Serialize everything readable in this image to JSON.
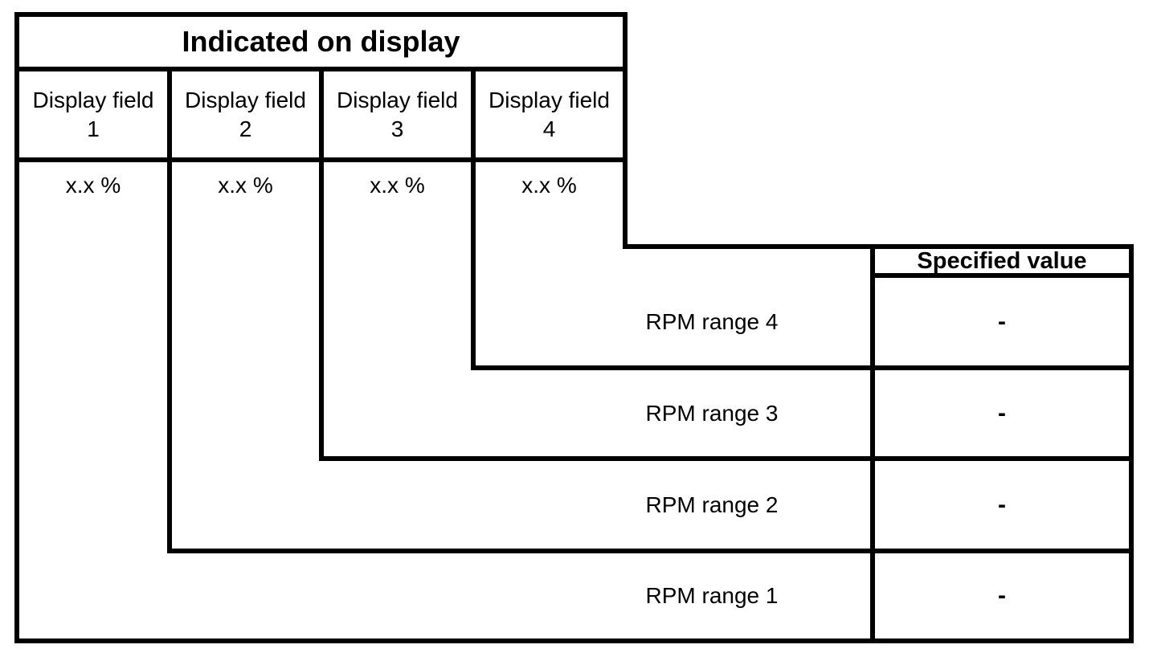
{
  "table": {
    "title": "Indicated on display",
    "display_fields": [
      {
        "label": "Display field",
        "number": "1",
        "value": "x.x %"
      },
      {
        "label": "Display field",
        "number": "2",
        "value": "x.x %"
      },
      {
        "label": "Display field",
        "number": "3",
        "value": "x.x %"
      },
      {
        "label": "Display field",
        "number": "4",
        "value": "x.x %"
      }
    ],
    "specified_value_header": "Specified value",
    "rpm_rows": [
      {
        "label": "RPM range 4",
        "specified_value": "-"
      },
      {
        "label": "RPM range 3",
        "specified_value": "-"
      },
      {
        "label": "RPM range 2",
        "specified_value": "-"
      },
      {
        "label": "RPM range 1",
        "specified_value": "-"
      }
    ],
    "colors": {
      "line": "#000000",
      "background": "#ffffff",
      "text": "#000000"
    }
  }
}
